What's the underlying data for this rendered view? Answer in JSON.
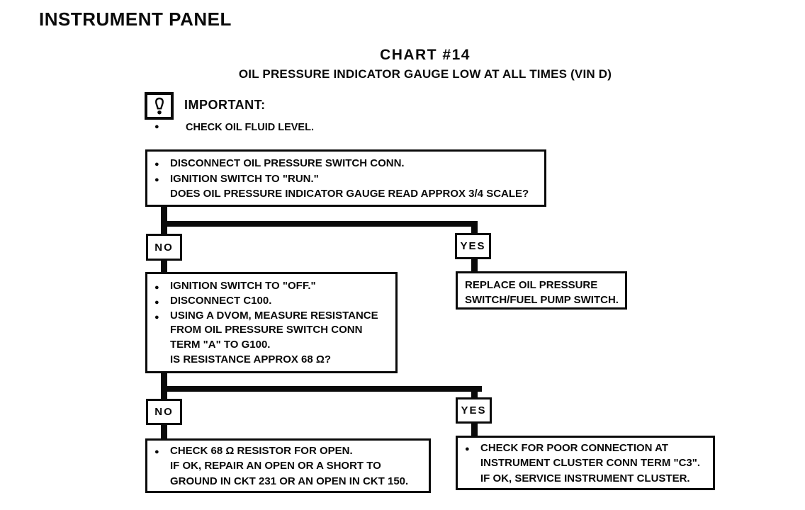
{
  "page": {
    "title": "INSTRUMENT PANEL",
    "chart_title": "CHART #14",
    "chart_subtitle": "OIL PRESSURE INDICATOR GAUGE LOW AT ALL TIMES (VIN D)"
  },
  "important": {
    "icon": "exclamation-icon",
    "label": "IMPORTANT:",
    "note": "CHECK OIL FLUID LEVEL."
  },
  "colors": {
    "ink": "#0a0a0a",
    "paper": "#ffffff"
  },
  "flow": {
    "step1": {
      "lines": [
        "DISCONNECT OIL PRESSURE SWITCH CONN.",
        "IGNITION SWITCH TO \"RUN.\"",
        "DOES OIL PRESSURE INDICATOR GAUGE READ APPROX 3/4 SCALE?"
      ]
    },
    "branch1": {
      "no": "NO",
      "yes": "YES"
    },
    "replace_box": {
      "lines": [
        "REPLACE OIL PRESSURE",
        "SWITCH/FUEL PUMP SWITCH."
      ]
    },
    "step2": {
      "lines": [
        "IGNITION SWITCH TO \"OFF.\"",
        "DISCONNECT C100.",
        "USING A DVOM, MEASURE RESISTANCE",
        "FROM OIL PRESSURE SWITCH CONN",
        "TERM \"A\" TO G100.",
        "IS RESISTANCE APPROX 68 Ω?"
      ]
    },
    "branch2": {
      "no": "NO",
      "yes": "YES"
    },
    "no2_box": {
      "lines": [
        "CHECK 68 Ω RESISTOR FOR OPEN.",
        "IF OK, REPAIR AN OPEN OR A SHORT TO",
        "GROUND IN CKT 231 OR AN OPEN IN CKT 150."
      ]
    },
    "yes2_box": {
      "lines": [
        "CHECK FOR POOR CONNECTION AT",
        "INSTRUMENT CLUSTER CONN TERM \"C3\".",
        "IF OK, SERVICE INSTRUMENT CLUSTER."
      ]
    }
  }
}
